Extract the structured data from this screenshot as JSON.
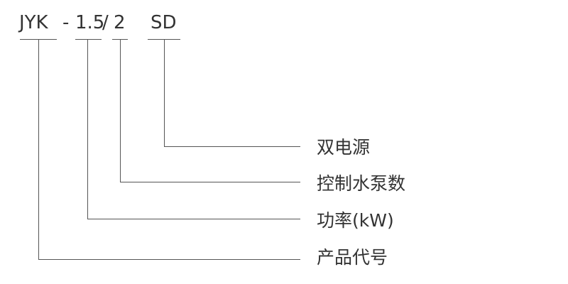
{
  "model_code": {
    "parts": [
      {
        "id": "product",
        "text": "JYK"
      },
      {
        "id": "sep1",
        "text": "-"
      },
      {
        "id": "power",
        "text": "1.5"
      },
      {
        "id": "sep2",
        "text": "/"
      },
      {
        "id": "pumps",
        "text": "2"
      },
      {
        "id": "supply",
        "text": "SD"
      }
    ]
  },
  "legend": [
    {
      "id": "supply",
      "label": "双电源"
    },
    {
      "id": "pumps",
      "label": "控制水泵数"
    },
    {
      "id": "power",
      "label": "功率(kW)"
    },
    {
      "id": "product",
      "label": "产品代号"
    }
  ],
  "colors": {
    "text": "#333333",
    "line": "#555555"
  }
}
